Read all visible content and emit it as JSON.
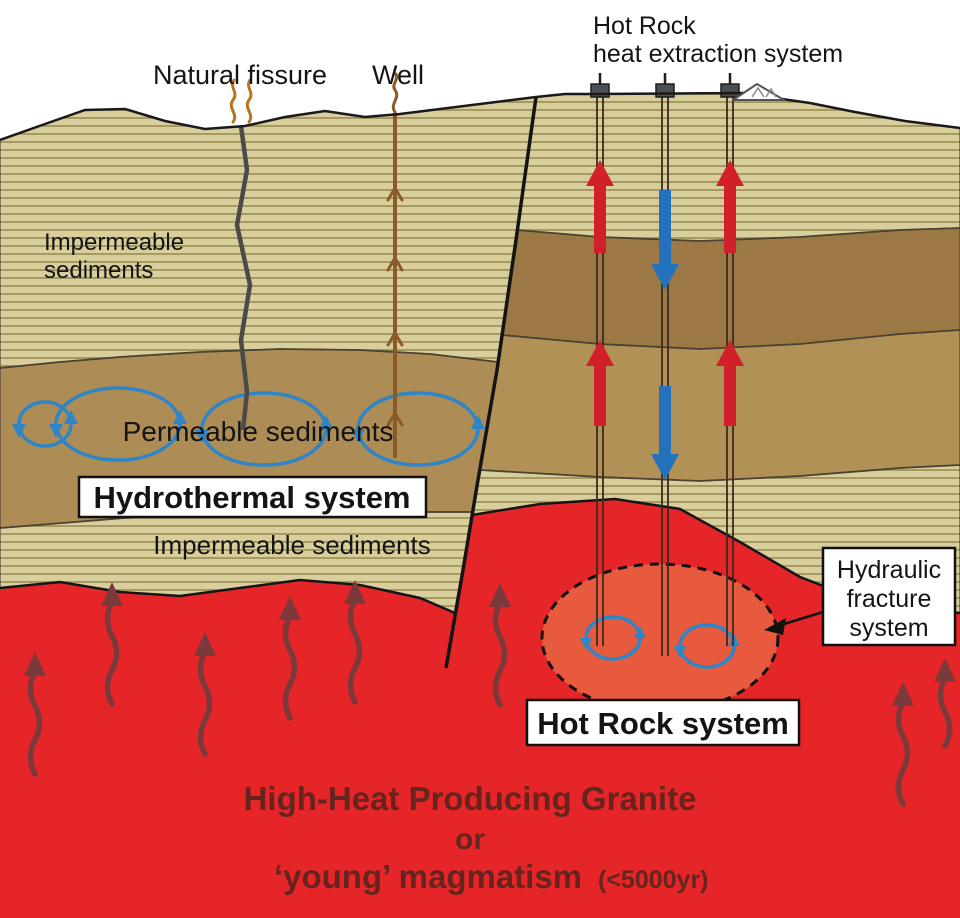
{
  "labels": {
    "natural_fissure": "Natural fissure",
    "well": "Well",
    "hotrock_l1": "Hot Rock",
    "hotrock_l2": "heat extraction system",
    "imp_upper_l1": "Impermeable",
    "imp_upper_l2": "sediments",
    "permeable": "Permeable sediments",
    "hydrothermal": "Hydrothermal system",
    "imp_lower": "Impermeable sediments",
    "hydraulic_l1": "Hydraulic",
    "hydraulic_l2": "fracture",
    "hydraulic_l3": "system",
    "hotrock_system": "Hot Rock system",
    "granite_l1": "High-Heat Producing Granite",
    "granite_l2": "or",
    "granite_l3a": "‘young’ magmatism",
    "granite_l3b": "(<5000yr)"
  },
  "colors": {
    "granite_red": "#e52528",
    "fracture_orange": "#e85a3e",
    "sediment_tan": "#d8cf9c",
    "sediment_stripe": "#95894f",
    "permeable_brown": "#ae8c55",
    "brown_dark": "#9c7944",
    "brown_mid": "#b29157",
    "water_blue": "#2e86c8",
    "hot_red_arrow": "#d2202a",
    "cold_blue_arrow": "#2472bd",
    "magma_arrow": "#7b393b",
    "granite_text": "#66241e"
  }
}
